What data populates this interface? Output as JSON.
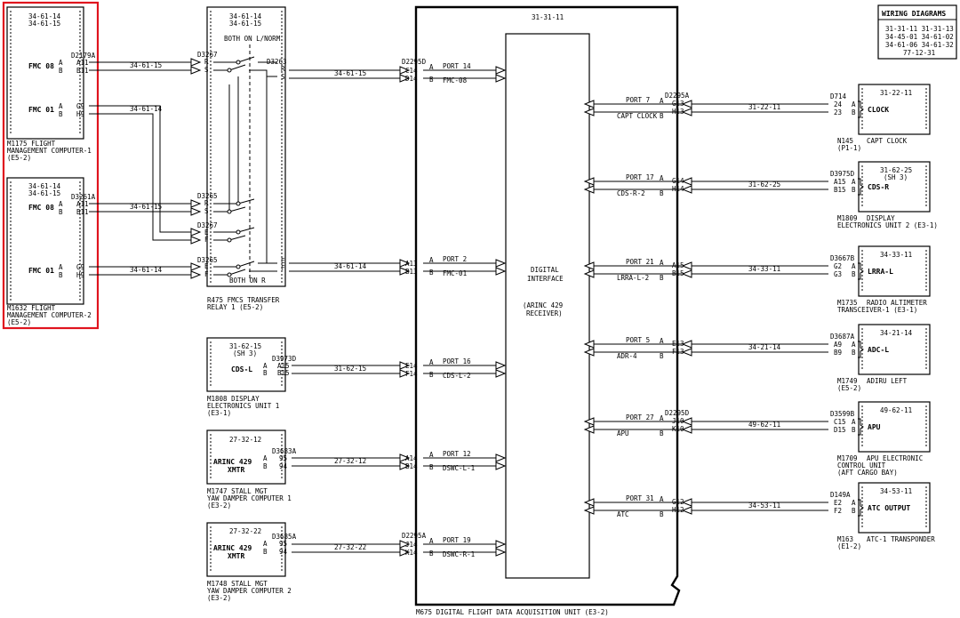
{
  "legend": {
    "title": "WIRING DIAGRAMS",
    "line1": "31-31-11  31-31-13",
    "line2": "34-45-01  34-61-02",
    "line3": "34-61-06  34-61-32",
    "line4": "77-12-31"
  },
  "fmc1": {
    "ref1": "34-61-14",
    "ref2": "34-61-15",
    "conn": "D2179A",
    "a_label": "FMC 08",
    "a_pinA": "A11",
    "a_pinB": "B11",
    "b_label": "FMC 01",
    "b_pinA": "G9",
    "b_pinB": "H9",
    "wire_a": "34-61-15",
    "wire_b": "34-61-14",
    "id": "M1175",
    "name1": "FLIGHT",
    "name2": "MANAGEMENT COMPUTER-1",
    "loc": "(E5-2)"
  },
  "fmc2": {
    "ref1": "34-61-14",
    "ref2": "34-61-15",
    "conn": "D3261A",
    "a_label": "FMC 08",
    "a_pinA": "A11",
    "a_pinB": "B11",
    "b_label": "FMC 01",
    "b_pinA": "G9",
    "b_pinB": "H9",
    "wire_a": "34-61-15",
    "wire_b": "34-61-14",
    "id": "M1632",
    "name1": "FLIGHT",
    "name2": "MANAGEMENT COMPUTER-2",
    "loc": "(E5-2)"
  },
  "relay": {
    "ref1": "34-61-14",
    "ref2": "34-61-15",
    "top_note": "BOTH ON L/NORM",
    "bottom_note": "BOTH ON R",
    "c1": "D3267",
    "c2": "D3263",
    "c3": "D3265",
    "c4": "D3267",
    "c5": "D3265",
    "id": "R475",
    "name1": "FMCS TRANSFER",
    "name2": "RELAY 1 (E5-2)",
    "out1_wire": "34-61-15",
    "out2_wire": "34-61-14"
  },
  "dfdau": {
    "ref": "31-31-11",
    "inner1": "DIGITAL",
    "inner2": "INTERFACE",
    "inner3": "(ARINC 429",
    "inner4": "RECEIVER)",
    "id": "M675",
    "name": "DIGITAL FLIGHT DATA ACQUISITION UNIT (E3-2)"
  },
  "left_inputs": [
    {
      "conn": "D2295D",
      "pa": "C14",
      "pb": "D14",
      "port": "PORT 14",
      "sig": "FMC-08"
    },
    {
      "conn": "",
      "pa": "A13",
      "pb": "B13",
      "port": "PORT 2",
      "sig": "FMC-01"
    },
    {
      "conn": "",
      "pa": "E14",
      "pb": "F14",
      "port": "PORT 16",
      "sig": "CDS-L-2"
    },
    {
      "conn": "",
      "pa": "A14",
      "pb": "B14",
      "port": "PORT 12",
      "sig": "DSWC-L-1"
    },
    {
      "conn": "D2295A",
      "pa": "J14",
      "pb": "K14",
      "port": "PORT 19",
      "sig": "DSWC-R-1"
    }
  ],
  "cds_l": {
    "ref1": "31-62-15",
    "ref2": "(SH 3)",
    "conn": "D3973D",
    "label": "CDS-L",
    "pa": "A15",
    "pb": "B15",
    "wire": "31-62-15",
    "id": "M1808",
    "name1": "DISPLAY",
    "name2": "ELECTRONICS UNIT 1",
    "loc": "(E3-1)"
  },
  "smyd1": {
    "ref1": "27-32-12",
    "conn": "D3683A",
    "label1": "ARINC 429",
    "label2": "XMTR",
    "pa": "95",
    "pb": "94",
    "wire": "27-32-12",
    "id": "M1747",
    "name1": "STALL MGT",
    "name2": "YAW DAMPER COMPUTER 1",
    "loc": "(E3-2)"
  },
  "smyd2": {
    "ref1": "27-32-22",
    "conn": "D3685A",
    "label1": "ARINC 429",
    "label2": "XMTR",
    "pa": "95",
    "pb": "94",
    "wire": "27-32-22",
    "id": "M1748",
    "name1": "STALL MGT",
    "name2": "YAW DAMPER COMPUTER 2",
    "loc": "(E3-2)"
  },
  "right_devices": [
    {
      "ref1": "31-22-11",
      "ref2": "",
      "port": "PORT 7",
      "sig": "CAPT CLOCK",
      "conn_in": "D2295A",
      "pin_a": "G13",
      "pin_b": "H13",
      "wire": "31-22-11",
      "conn": "D714",
      "pa": "24",
      "pb": "23",
      "label": "CLOCK",
      "id": "N145",
      "name1": "CAPT CLOCK",
      "name2": "(P1-1)",
      "name3": ""
    },
    {
      "ref1": "31-62-25",
      "ref2": "(SH 3)",
      "port": "PORT 17",
      "sig": "CDS-R-2",
      "conn_in": "",
      "pin_a": "G14",
      "pin_b": "H14",
      "wire": "31-62-25",
      "conn": "D3975D",
      "pa": "A15",
      "pb": "B15",
      "label": "CDS-R",
      "id": "M1809",
      "name1": "DISPLAY",
      "name2": "ELECTRONICS UNIT 2 (E3-1)",
      "name3": ""
    },
    {
      "ref1": "34-33-11",
      "ref2": "",
      "port": "PORT 21",
      "sig": "LRRA-L-2",
      "conn_in": "",
      "pin_a": "A15",
      "pin_b": "B15",
      "wire": "34-33-11",
      "conn": "D3667B",
      "pa": "G2",
      "pb": "G3",
      "label": "LRRA-L",
      "id": "M1735",
      "name1": "RADIO ALTIMETER",
      "name2": "TRANSCEIVER-1 (E3-1)",
      "name3": ""
    },
    {
      "ref1": "34-21-14",
      "ref2": "",
      "port": "PORT 5",
      "sig": "ADR-4",
      "conn_in": "",
      "pin_a": "E13",
      "pin_b": "F13",
      "wire": "34-21-14",
      "conn": "D3687A",
      "pa": "A9",
      "pb": "B9",
      "label": "ADC-L",
      "id": "M1749",
      "name1": "ADIRU LEFT",
      "name2": "(E5-2)",
      "name3": ""
    },
    {
      "ref1": "49-62-11",
      "ref2": "",
      "port": "PORT 27",
      "sig": "APU",
      "conn_in": "D2295D",
      "pin_a": "J10",
      "pin_b": "K10",
      "wire": "49-62-11",
      "conn": "D3599B",
      "pa": "C15",
      "pb": "D15",
      "label": "APU",
      "id": "M1709",
      "name1": "APU ELECTRONIC",
      "name2": "CONTROL UNIT",
      "name3": "(AFT CARGO BAY)"
    },
    {
      "ref1": "34-53-11",
      "ref2": "",
      "port": "PORT 31",
      "sig": "ATC",
      "conn_in": "",
      "pin_a": "G12",
      "pin_b": "H12",
      "wire": "34-53-11",
      "conn": "D149A",
      "pa": "E2",
      "pb": "F2",
      "label": "ATC OUTPUT",
      "id": "M163",
      "name1": "ATC-1 TRANSPONDER",
      "name2": "(E1-2)",
      "name3": ""
    }
  ],
  "highlight": {
    "color": "#e0141e"
  }
}
